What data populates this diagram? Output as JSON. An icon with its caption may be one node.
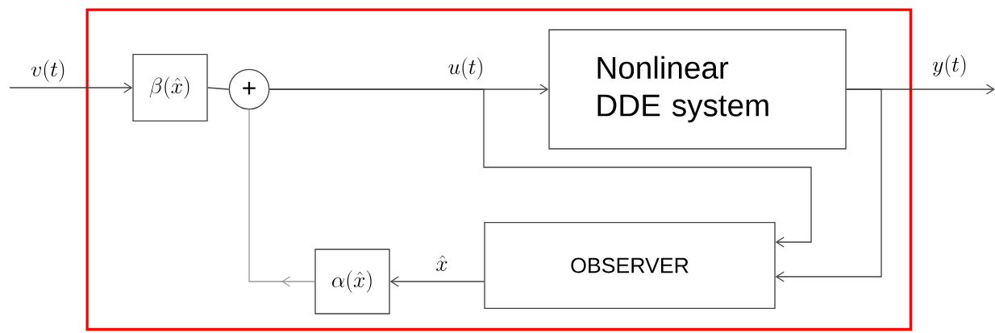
{
  "diagram": {
    "nodes": [
      {
        "text": [],
        "shape": "box"
      },
      {
        "text": [
          "\\beta(\\hat{x})"
        ],
        "in": 0
      },
      {
        "text": [
          "+"
        ],
        "in": 0
      },
      {
        "text": [
          "Nonlinear DDE system"
        ],
        "in": 0
      },
      {
        "text": [
          "OBSERVER"
        ],
        "in": 0
      },
      {
        "text": [
          "\\alpha(\\hat{x})"
        ],
        "in": 0
      }
    ],
    "edges": [
      {
        "from": null,
        "to": 1,
        "arrow": "to",
        "label": "v(t)"
      },
      {
        "from": 1,
        "to": 2,
        "arrow": "none"
      },
      {
        "from": 2,
        "to": 3,
        "arrow": "to",
        "label": "u(t)"
      },
      {
        "from": 3,
        "to": null,
        "arrow": "to",
        "label": "y(t)"
      },
      {
        "from": 2,
        "to": 4,
        "arrow": "to"
      },
      {
        "from": 3,
        "to": 4,
        "arrow": "to"
      },
      {
        "from": 4,
        "to": 5,
        "arrow": "to",
        "label": "\\hat{x}"
      },
      {
        "from": 5,
        "to": 2,
        "arrow": "to",
        "color": "#999999"
      }
    ]
  }
}
